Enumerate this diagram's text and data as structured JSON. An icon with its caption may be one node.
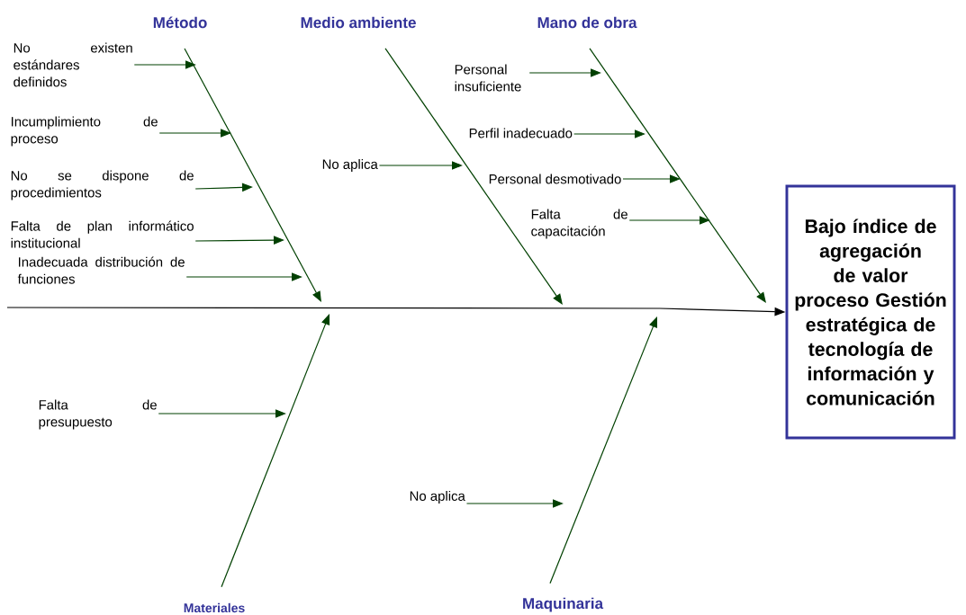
{
  "diagram": {
    "nodes": [
      {
        "text": [
          "Método"
        ]
      },
      {
        "text": [
          "Medio ambiente"
        ]
      },
      {
        "text": [
          "Mano de obra"
        ]
      },
      {
        "text": [
          "Materiales"
        ]
      },
      {
        "text": [
          "Maquinaria"
        ]
      },
      {
        "text": [
          "Bajo índice de agregación de valor proceso Gestión estratégica de tecnología de información y comunicación"
        ]
      },
      {
        "text": [
          "No existen estándares definidos"
        ]
      },
      {
        "text": [
          "Incumplimiento de proceso"
        ]
      },
      {
        "text": [
          "No se dispone de procedimientos"
        ]
      },
      {
        "text": [
          "Falta de plan informático institucional"
        ]
      },
      {
        "text": [
          "Inadecuada distribución de funciones"
        ]
      },
      {
        "text": [
          "No aplica"
        ]
      },
      {
        "text": [
          "Personal insuficiente"
        ]
      },
      {
        "text": [
          "Perfil inadecuado"
        ]
      },
      {
        "text": [
          "Personal desmotivado"
        ]
      },
      {
        "text": [
          "Falta de capacitación"
        ]
      },
      {
        "text": [
          "Falta de presupuesto"
        ]
      },
      {
        "text": [
          "No aplica"
        ]
      }
    ],
    "edges": [
      {
        "from": null,
        "to": 5,
        "arrow": "to",
        "color": "#000000"
      },
      {
        "from": 0,
        "to": null,
        "arrow": "to"
      },
      {
        "from": 1,
        "to": null,
        "arrow": "to"
      },
      {
        "from": 2,
        "to": null,
        "arrow": "to"
      },
      {
        "from": 3,
        "to": null,
        "arrow": "to"
      },
      {
        "from": 4,
        "to": null,
        "arrow": "to"
      },
      {
        "from": 6,
        "to": null,
        "arrow": "to"
      },
      {
        "from": 7,
        "to": null,
        "arrow": "to"
      },
      {
        "from": 8,
        "to": null,
        "arrow": "to"
      },
      {
        "from": 9,
        "to": null,
        "arrow": "to"
      },
      {
        "from": 10,
        "to": null,
        "arrow": "to"
      },
      {
        "from": 11,
        "to": null,
        "arrow": "to"
      },
      {
        "from": 12,
        "to": null,
        "arrow": "to"
      },
      {
        "from": 13,
        "to": null,
        "arrow": "to"
      },
      {
        "from": 14,
        "to": null,
        "arrow": "to"
      },
      {
        "from": 15,
        "to": null,
        "arrow": "to"
      },
      {
        "from": 16,
        "to": null,
        "arrow": "to"
      },
      {
        "from": 17,
        "to": null,
        "arrow": "to"
      }
    ]
  }
}
